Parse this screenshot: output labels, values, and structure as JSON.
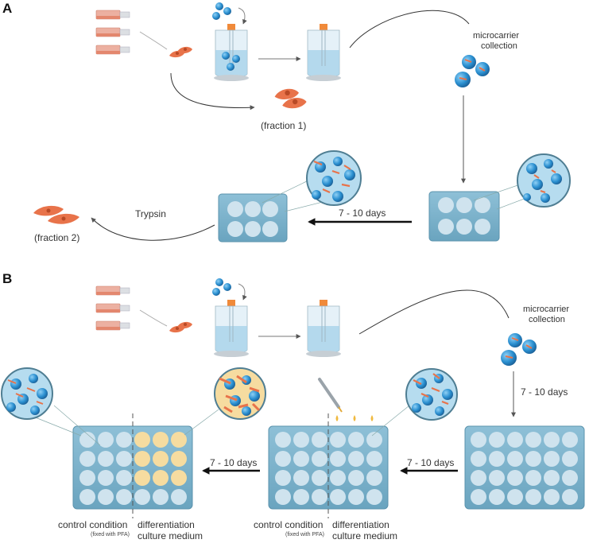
{
  "panels": {
    "a": {
      "letter": "A",
      "microcarrier_label_line1": "microcarrier",
      "microcarrier_label_line2": "collection",
      "fraction1": "(fraction 1)",
      "fraction2": "(fraction 2)",
      "trypsin": "Trypsin",
      "days": "7 - 10 days"
    },
    "b": {
      "letter": "B",
      "microcarrier_label_line1": "microcarrier",
      "microcarrier_label_line2": "collection",
      "days_vertical": "7 - 10 days",
      "days_middle": "7 - 10 days",
      "days_left": "7 - 10 days",
      "control_line1": "control condition",
      "control_line2": "(fixed with PFA)",
      "diff_line1": "differentiation",
      "diff_line2": "culture medium"
    }
  },
  "colors": {
    "plate": "#7fb3cc",
    "plate_dark": "#5b93ad",
    "well": "#cfe3ee",
    "bead": "#2a8fd0",
    "cell": "#e8734a",
    "diff_well": "#f6dca0",
    "flask": "#e59a86"
  }
}
